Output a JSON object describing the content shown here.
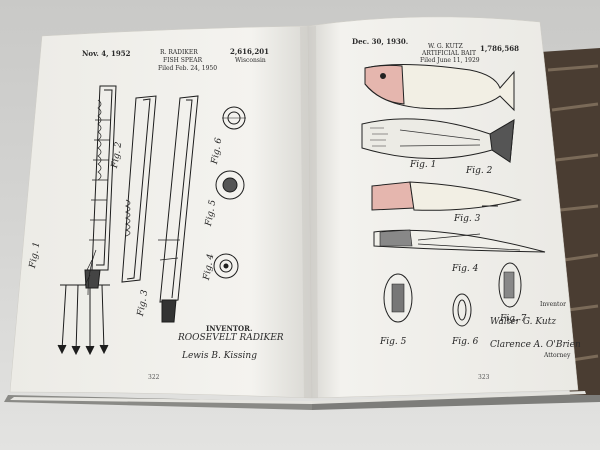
{
  "left_page": {
    "date": "Nov. 4, 1952",
    "inventor_header": "R. RADIKER",
    "title": "FISH SPEAR",
    "filed": "Filed Feb. 24, 1950",
    "patent_no": "2,616,201",
    "state": "Wisconsin",
    "figures": [
      "Fig. 1",
      "Fig. 2",
      "Fig. 3",
      "Fig. 4",
      "Fig. 5",
      "Fig. 6"
    ],
    "inventor_label": "INVENTOR.",
    "inventor_name": "ROOSEVELT RADIKER",
    "signature": "Lewis B. Kissing",
    "page_number": "322"
  },
  "right_page": {
    "date": "Dec. 30, 1930.",
    "inventor_header": "W. G. KUTZ",
    "title": "ARTIFICIAL BAIT",
    "filed": "Filed June 11, 1929",
    "patent_no": "1,786,568",
    "figures": [
      "Fig. 1",
      "Fig. 2",
      "Fig. 3",
      "Fig. 4",
      "Fig. 5",
      "Fig. 6",
      "Fig. 7"
    ],
    "inventor_label": "Inventor",
    "inventor_name": "Walter G. Kutz",
    "attorney_signature": "Clarence A. O'Brien",
    "attorney_label": "Attorney",
    "page_number": "323"
  }
}
